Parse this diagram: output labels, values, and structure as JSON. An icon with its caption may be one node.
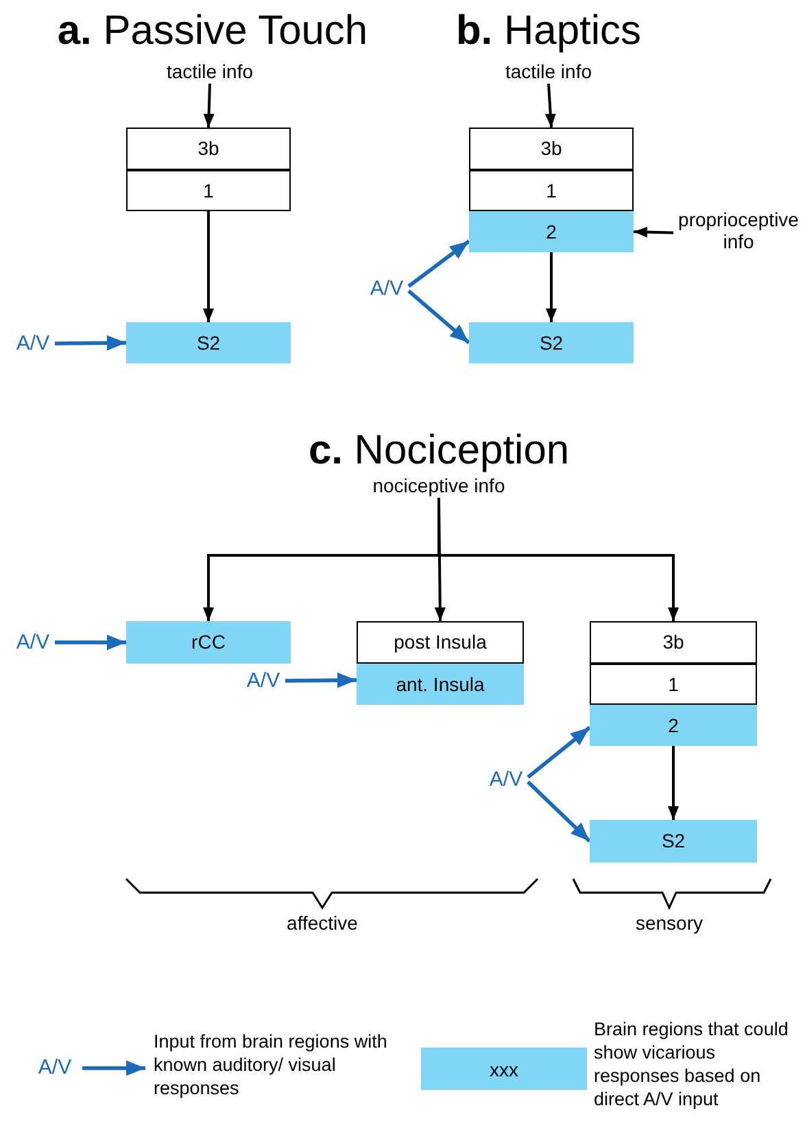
{
  "diagram": {
    "nodes": [
      {
        "text": [
          "tactile info"
        ]
      },
      {
        "text": [
          "3b"
        ]
      },
      {
        "text": [
          "1"
        ]
      },
      {
        "text": [
          "S2"
        ]
      },
      {
        "text": [
          "A/V"
        ]
      },
      {
        "text": [
          "tactile info"
        ]
      },
      {
        "text": [
          "3b"
        ]
      },
      {
        "text": [
          "1"
        ]
      },
      {
        "text": [
          "2"
        ]
      },
      {
        "text": [
          "proprioceptive info"
        ]
      },
      {
        "text": [
          "S2"
        ]
      },
      {
        "text": [
          "A/V"
        ]
      },
      {
        "text": [
          "nociceptive info"
        ]
      },
      {
        "text": [
          "A/V"
        ]
      },
      {
        "text": [
          "rCC"
        ]
      },
      {
        "text": [
          "post Insula"
        ]
      },
      {
        "text": [
          "A/V"
        ]
      },
      {
        "text": [
          "ant. Insula"
        ]
      },
      {
        "text": [
          "3b"
        ]
      },
      {
        "text": [
          "1"
        ]
      },
      {
        "text": [
          "2"
        ]
      },
      {
        "text": [
          "A/V"
        ]
      },
      {
        "text": [
          "S2"
        ]
      }
    ],
    "edges": [
      {
        "from": 0,
        "to": 1,
        "arrow": "to"
      },
      {
        "from": 2,
        "to": 3,
        "arrow": "to"
      },
      {
        "from": 4,
        "to": 3,
        "arrow": "to",
        "color": "#1a6bb8"
      },
      {
        "from": 5,
        "to": 6,
        "arrow": "to"
      },
      {
        "from": 9,
        "to": 8,
        "arrow": "to"
      },
      {
        "from": 8,
        "to": 10,
        "arrow": "to"
      },
      {
        "from": 11,
        "to": 8,
        "arrow": "to",
        "color": "#1a6bb8"
      },
      {
        "from": 11,
        "to": 10,
        "arrow": "to",
        "color": "#1a6bb8"
      },
      {
        "from": 12,
        "to": 14,
        "arrow": "to"
      },
      {
        "from": 12,
        "to": 15,
        "arrow": "to"
      },
      {
        "from": 12,
        "to": 18,
        "arrow": "to"
      },
      {
        "from": 13,
        "to": 14,
        "arrow": "to",
        "color": "#1a6bb8"
      },
      {
        "from": 16,
        "to": 17,
        "arrow": "to",
        "color": "#1a6bb8"
      },
      {
        "from": 20,
        "to": 22,
        "arrow": "to"
      },
      {
        "from": 21,
        "to": 20,
        "arrow": "to",
        "color": "#1a6bb8"
      },
      {
        "from": 21,
        "to": 22,
        "arrow": "to",
        "color": "#1a6bb8"
      }
    ],
    "labels": [
      "**a.** Passive Touch",
      "**b.** Haptics",
      "**c.** Nociception",
      "affective",
      "sensory",
      "A/V",
      "xxx"
    ],
    "legend": [
      {
        "text": "Input from brain regions with known auditory/ visual responses"
      },
      {
        "text": "Brain regions that could show vicarious responses based on direct A/V input",
        "color": "#80d6f4"
      }
    ]
  }
}
